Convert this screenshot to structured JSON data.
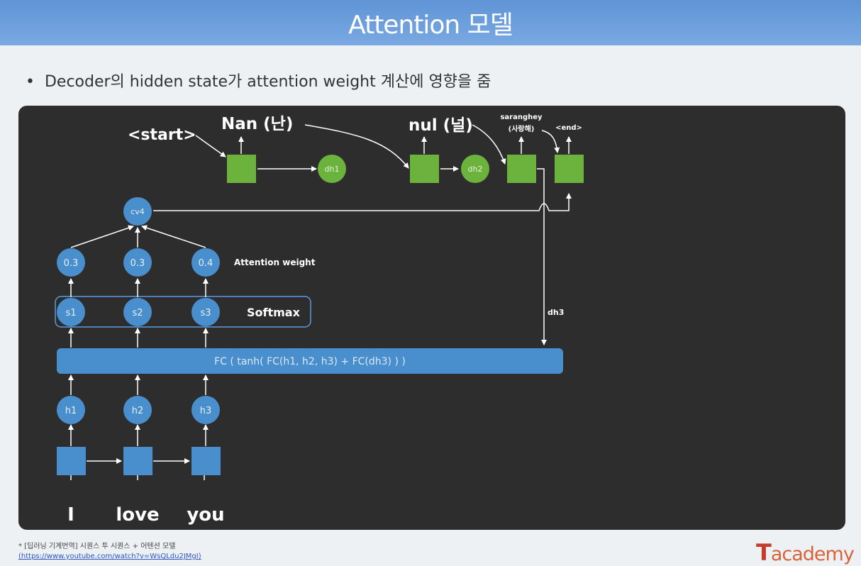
{
  "slide": {
    "title": "Attention 모델",
    "bullet": "Decoder의 hidden state가 attention weight 계산에 영향을 줌"
  },
  "diagram": {
    "start_label": "<start>",
    "decoder_outputs": [
      "Nan (난)",
      "nul (널)",
      "saranghey",
      "(사랑해)",
      "<end>"
    ],
    "decoder_hidden": [
      "dh1",
      "dh2",
      "dh3"
    ],
    "context_vector": "cv4",
    "attention_weights": [
      "0.3",
      "0.3",
      "0.4"
    ],
    "attention_weight_label": "Attention weight",
    "scores": [
      "s1",
      "s2",
      "s3"
    ],
    "softmax_label": "Softmax",
    "fc_formula": "FC (  tanh( FC(h1, h2, h3) + FC(dh3) )  )",
    "encoder_hidden": [
      "h1",
      "h2",
      "h3"
    ],
    "inputs": [
      "I",
      "love",
      "you"
    ]
  },
  "colors": {
    "encoder_blue": "#4a8fcd",
    "decoder_green": "#6cb33e",
    "panel_bg": "#2d2d2d"
  },
  "footnote": {
    "text": "* [딥러닝 기계번역] 시퀀스 투 시퀀스 + 어텐션 모델",
    "link": "(https://www.youtube.com/watch?v=WsQLdu2JMgI)"
  },
  "logo": {
    "t": "T",
    "rest": "academy"
  }
}
